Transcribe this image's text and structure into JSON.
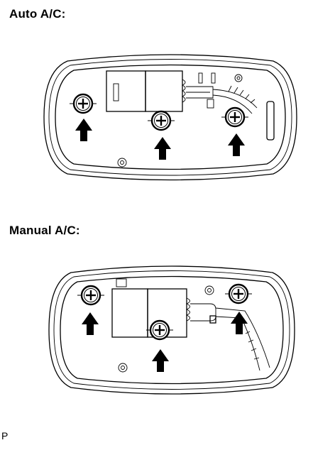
{
  "sections": [
    {
      "title": "Auto A/C:",
      "screws": 3,
      "arrows": 3
    },
    {
      "title": "Manual A/C:",
      "screws": 3,
      "arrows": 3
    }
  ],
  "figure_code": "P",
  "colors": {
    "line": "#000000",
    "background": "#ffffff"
  },
  "icons": [
    "screw-icon",
    "up-arrow-icon"
  ]
}
